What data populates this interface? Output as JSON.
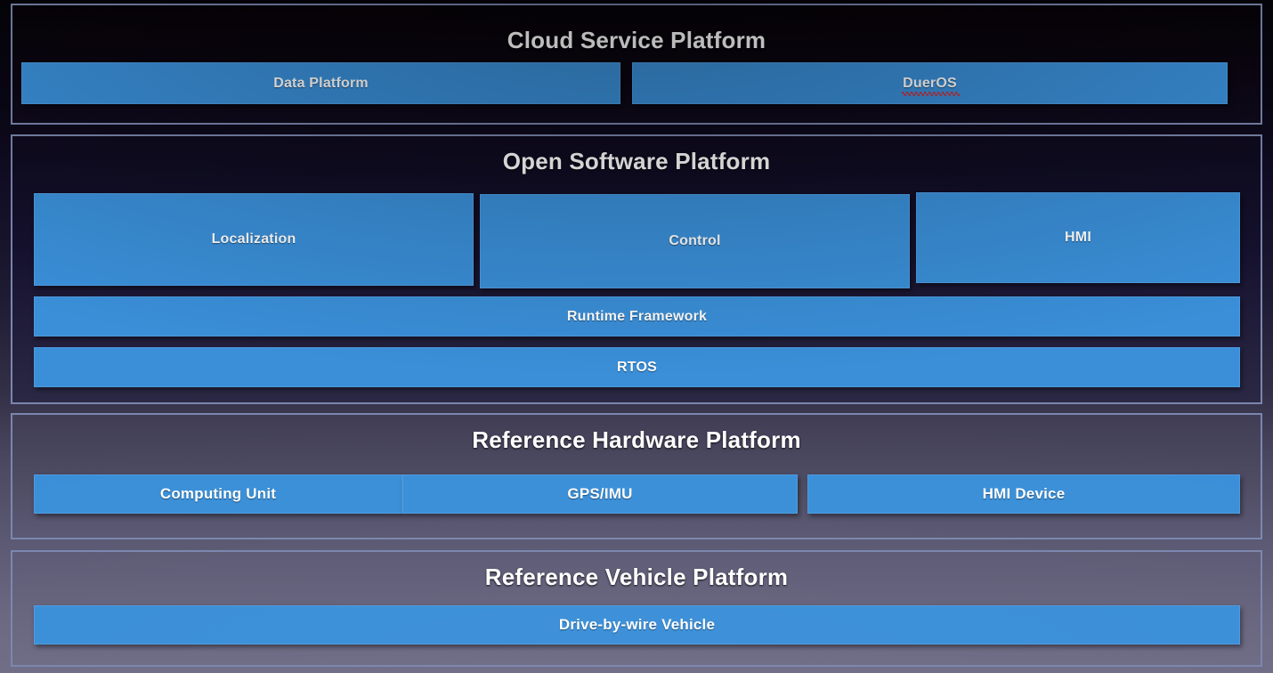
{
  "diagram": {
    "colors": {
      "box_fill": "#3a8fd8",
      "panel_border": "#7b86ad",
      "text": "#ffffff",
      "spellcheck_underline": "#e02222"
    },
    "layers": [
      {
        "id": "cloud",
        "title": "Cloud Service Platform",
        "boxes": [
          {
            "label": "Data Platform",
            "spellcheck_error": false
          },
          {
            "label": "DuerOS",
            "spellcheck_error": true
          }
        ]
      },
      {
        "id": "software",
        "title": "Open Software Platform",
        "boxes": [
          {
            "label": "Localization",
            "spellcheck_error": false
          },
          {
            "label": "Control",
            "spellcheck_error": false
          },
          {
            "label": "HMI",
            "spellcheck_error": false
          },
          {
            "label": "Runtime Framework",
            "spellcheck_error": false
          },
          {
            "label": "RTOS",
            "spellcheck_error": false
          }
        ]
      },
      {
        "id": "hardware",
        "title": "Reference Hardware Platform",
        "boxes": [
          {
            "label": "Computing Unit",
            "spellcheck_error": false
          },
          {
            "label": "GPS/IMU",
            "spellcheck_error": false
          },
          {
            "label": "HMI Device",
            "spellcheck_error": false
          }
        ]
      },
      {
        "id": "vehicle",
        "title": "Reference Vehicle Platform",
        "boxes": [
          {
            "label": "Drive-by-wire Vehicle",
            "spellcheck_error": false
          }
        ]
      }
    ]
  }
}
